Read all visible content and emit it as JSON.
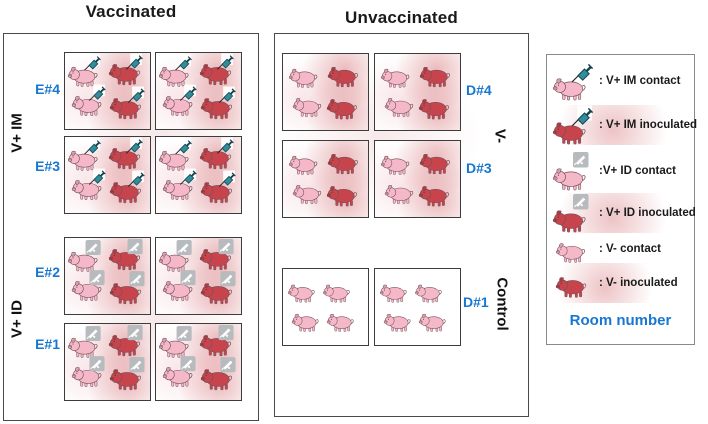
{
  "titles": {
    "vaccinated": "Vaccinated",
    "unvaccinated": "Unvaccinated"
  },
  "vaccinated_panel": {
    "group_im": "V+ IM",
    "group_id": "V+ ID",
    "rooms": [
      {
        "id": "E#4",
        "group": "V+ IM",
        "pens": 2,
        "pen_composition": "2 V+ IM contact + 2 V+ IM inoculated"
      },
      {
        "id": "E#3",
        "group": "V+ IM",
        "pens": 2,
        "pen_composition": "2 V+ IM contact + 2 V+ IM inoculated"
      },
      {
        "id": "E#2",
        "group": "V+ ID",
        "pens": 2,
        "pen_composition": "2 V+ ID contact + 2 V+ ID inoculated"
      },
      {
        "id": "E#1",
        "group": "V+ ID",
        "pens": 2,
        "pen_composition": "2 V+ ID contact + 2 V+ ID inoculated"
      }
    ]
  },
  "unvaccinated_panel": {
    "group_minus": "V-",
    "group_control": "Control",
    "rooms": [
      {
        "id": "D#4",
        "group": "V-",
        "pens": 2,
        "pen_composition": "2 V- contact + 2 V- inoculated"
      },
      {
        "id": "D#3",
        "group": "V-",
        "pens": 2,
        "pen_composition": "2 V- contact + 2 V- inoculated"
      },
      {
        "id": "D#1",
        "group": "Control",
        "pens": 2,
        "pen_composition": "4 V- contact"
      }
    ]
  },
  "legend": {
    "items": [
      {
        "label": ": V+ IM contact",
        "pig": "pink",
        "icon": "syringe-icon"
      },
      {
        "label": ": V+ IM inoculated",
        "pig": "red",
        "icon": "syringe-icon"
      },
      {
        "label": ":V+ ID contact",
        "pig": "pink",
        "icon": "id-injector-icon"
      },
      {
        "label": ": V+ ID inoculated",
        "pig": "red",
        "icon": "id-injector-icon"
      },
      {
        "label": ": V- contact",
        "pig": "pink",
        "icon": "none"
      },
      {
        "label": ": V- inoculated",
        "pig": "red",
        "icon": "none"
      }
    ],
    "footer": "Room number"
  },
  "colors": {
    "pig_pink": "#F5B8C8",
    "pig_red": "#C8444C",
    "room_label_blue": "#1877D0",
    "syringe_teal": "#2F8E9C",
    "id_device_gray": "#B7BBBD",
    "glow_red": "#C9484E"
  }
}
